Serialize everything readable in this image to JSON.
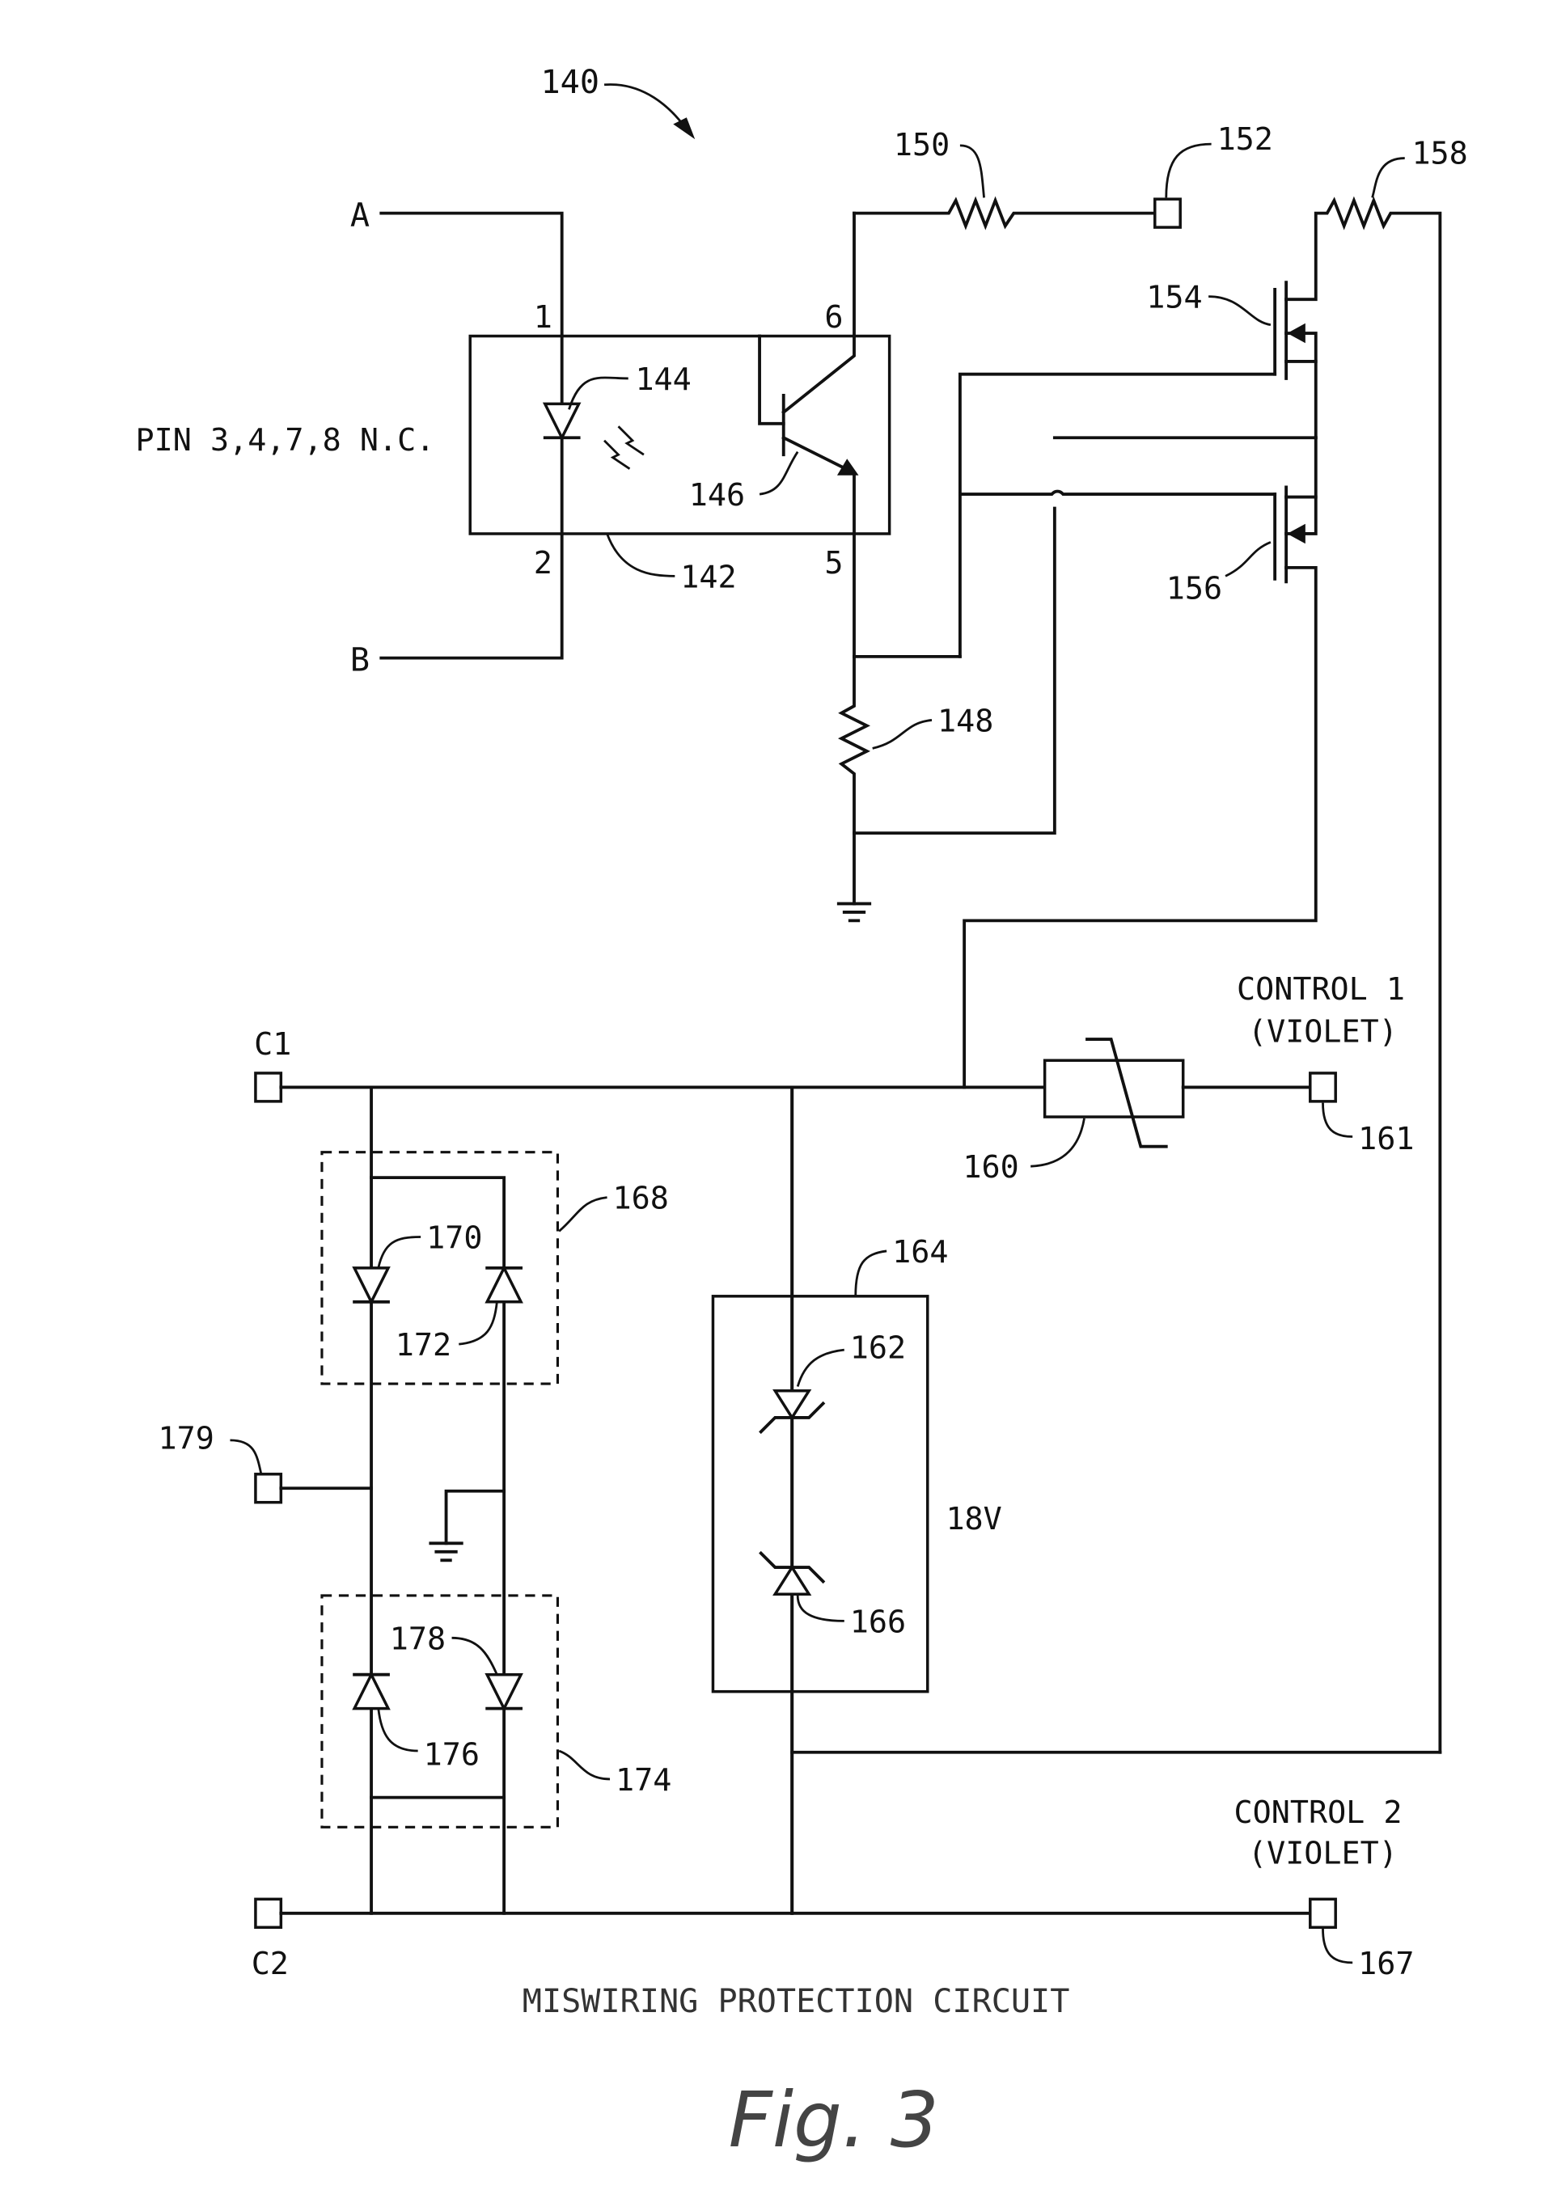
{
  "figure": {
    "title": "Fig. 3",
    "caption": "MISWIRING PROTECTION CIRCUIT",
    "reference": "140"
  },
  "terminals": {
    "A": "A",
    "B": "B",
    "C1": "C1",
    "C2": "C2"
  },
  "optocoupler": {
    "ref": "142",
    "led_ref": "144",
    "transistor_ref": "146",
    "pins": {
      "p1": "1",
      "p2": "2",
      "p5": "5",
      "p6": "6"
    },
    "note": "PIN 3,4,7,8 N.C."
  },
  "components": {
    "r148": "148",
    "r150": "150",
    "terminal152": "152",
    "fet154": "154",
    "fet156": "156",
    "r158": "158",
    "ptc160": "160",
    "terminal161": "161",
    "zener162": "162",
    "zener_module164": "164",
    "zener166": "166",
    "terminal167": "167",
    "module168": "168",
    "diode170": "170",
    "diode172": "172",
    "module174": "174",
    "diode176": "176",
    "diode178": "178",
    "terminal179": "179"
  },
  "annotations": {
    "zener_voltage": "18V",
    "control1_line1": "CONTROL 1",
    "control1_line2": "(VIOLET)",
    "control2_line1": "CONTROL 2",
    "control2_line2": "(VIOLET)"
  }
}
